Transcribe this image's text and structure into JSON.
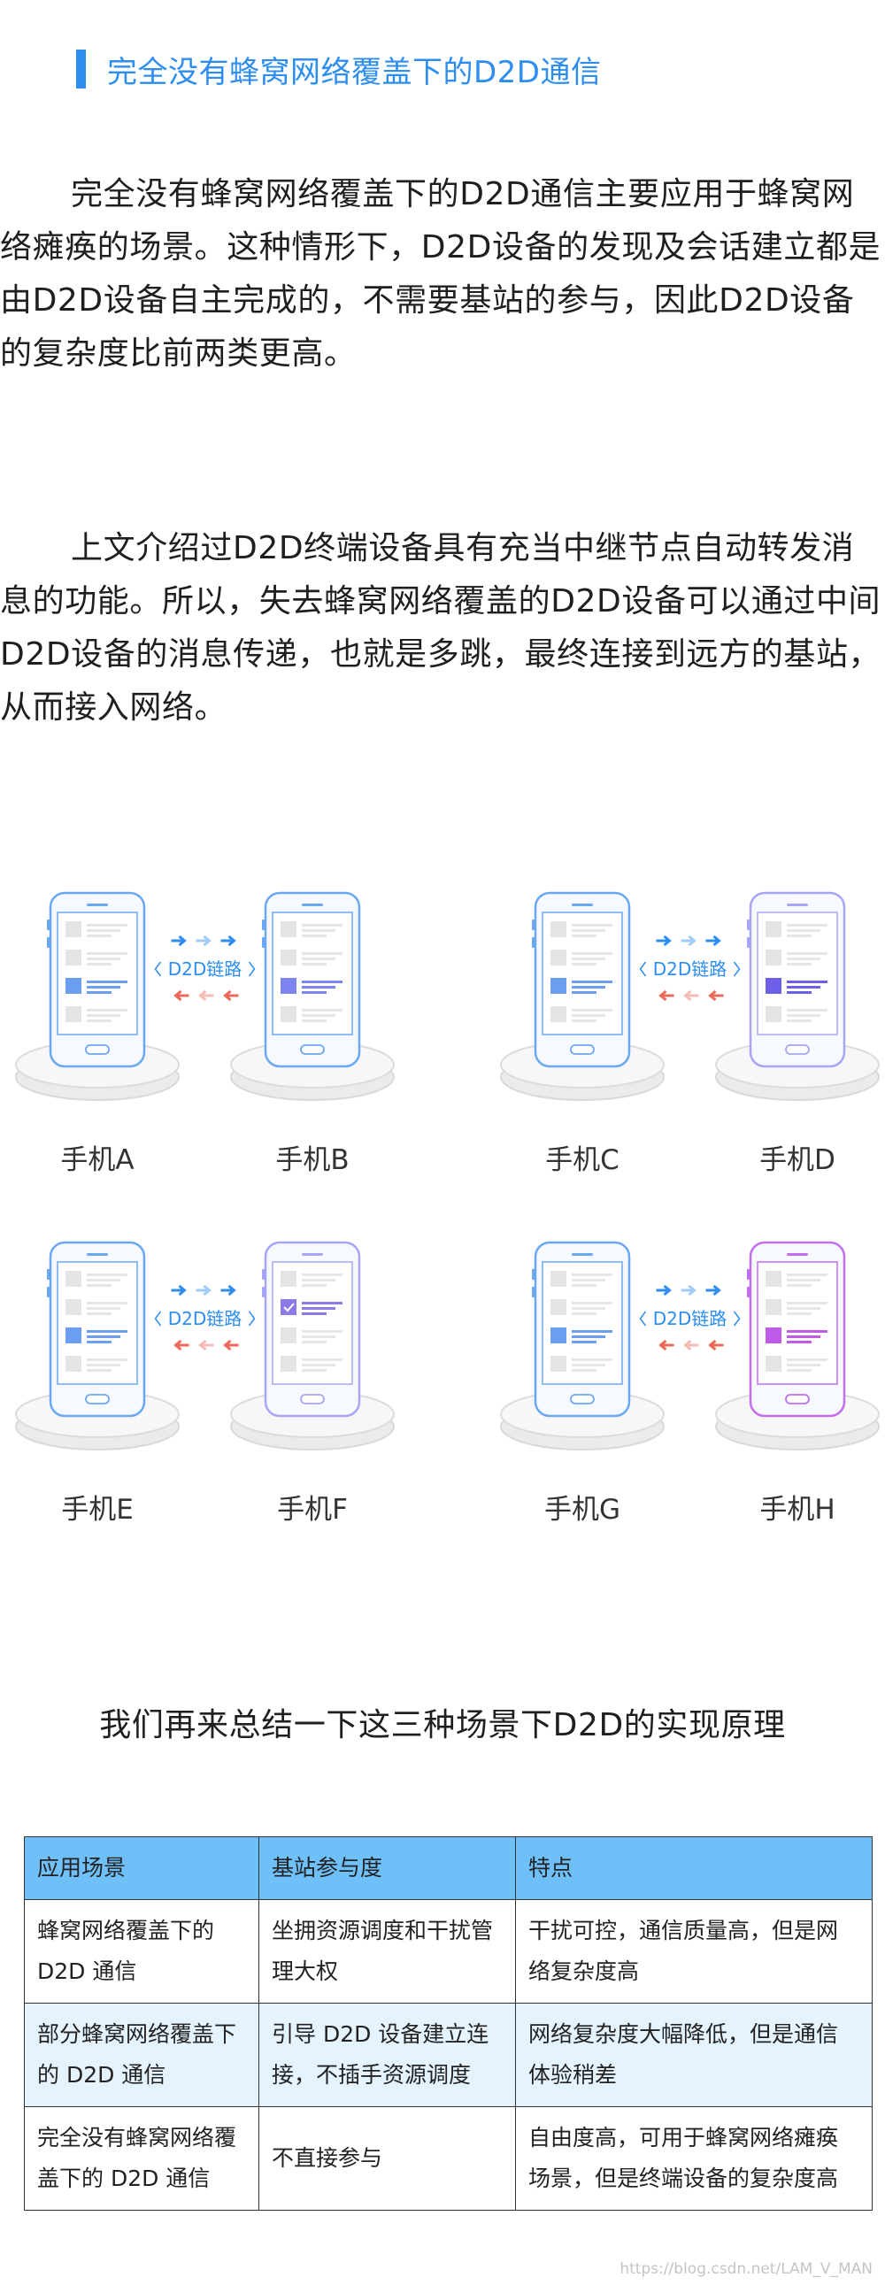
{
  "heading": "完全没有蜂窝网络覆盖下的D2D通信",
  "paragraphs": {
    "p1": "完全没有蜂窝网络覆盖下的D2D通信主要应用于蜂窝网络瘫痪的场景。这种情形下，D2D设备的发现及会话建立都是由D2D设备自主完成的，不需要基站的参与，因此D2D设备的复杂度比前两类更高。",
    "p2": "上文介绍过D2D终端设备具有充当中继节点自动转发消息的功能。所以，失去蜂窝网络覆盖的D2D设备可以通过中间D2D设备的消息传递，也就是多跳，最终连接到远方的基站，从而接入网络。"
  },
  "diagram": {
    "link_label": "D2D链路",
    "phones": [
      "手机A",
      "手机B",
      "手机C",
      "手机D",
      "手机E",
      "手机F",
      "手机G",
      "手机H"
    ]
  },
  "summary_line": "我们再来总结一下这三种场景下D2D的实现原理",
  "table": {
    "headers": [
      "应用场景",
      "基站参与度",
      "特点"
    ],
    "rows": [
      [
        "蜂窝网络覆盖下的 D2D 通信",
        "坐拥资源调度和干扰管理大权",
        "干扰可控，通信质量高，但是网络复杂度高"
      ],
      [
        "部分蜂窝网络覆盖下的 D2D 通信",
        "引导 D2D 设备建立连接，不插手资源调度",
        "网络复杂度大幅降低，但是通信体验稍差"
      ],
      [
        "完全没有蜂窝网络覆盖下的 D2D 通信",
        "不直接参与",
        "自由度高，可用于蜂窝网络瘫痪场景，但是终端设备的复杂度高"
      ]
    ]
  },
  "watermark": "https://blog.csdn.net/LAM_V_MAN",
  "colors": {
    "accent": "#2d8ef0",
    "table_header": "#6fbff9",
    "table_shade": "#e4f3fe",
    "arrow_blue": "#2d8ef0",
    "arrow_red": "#ec6a5a",
    "phone_blue": "#6ba8f2",
    "phone_purple": "#a7a5f5",
    "phone_violet": "#c26ef0"
  }
}
